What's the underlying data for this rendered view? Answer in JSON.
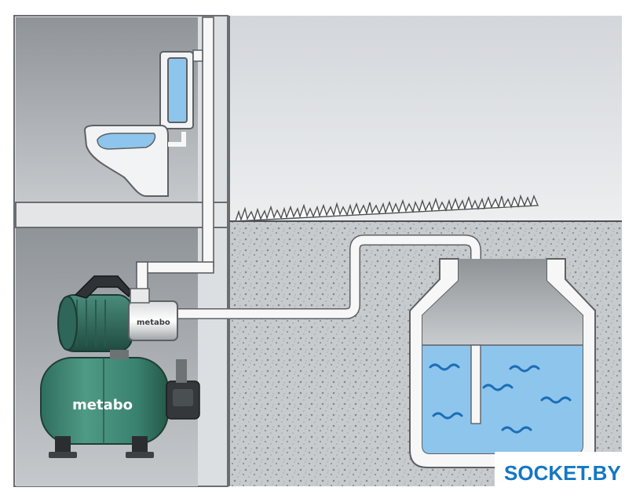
{
  "pump": {
    "brand_large": "metabo",
    "brand_small": "metabo"
  },
  "watermark": {
    "text": "SOCKET.BY"
  },
  "colors": {
    "background": "#ffffff",
    "house_wall": "#d9dcdf",
    "room_dark": "#9da1a5",
    "soil": "#c9ccce",
    "water": "#8ec5ec",
    "pipe": "#f7f7f7",
    "tank_green": "#3c8572",
    "tank_green_dark": "#2a5f51",
    "watermark_blue": "#1477c2"
  }
}
